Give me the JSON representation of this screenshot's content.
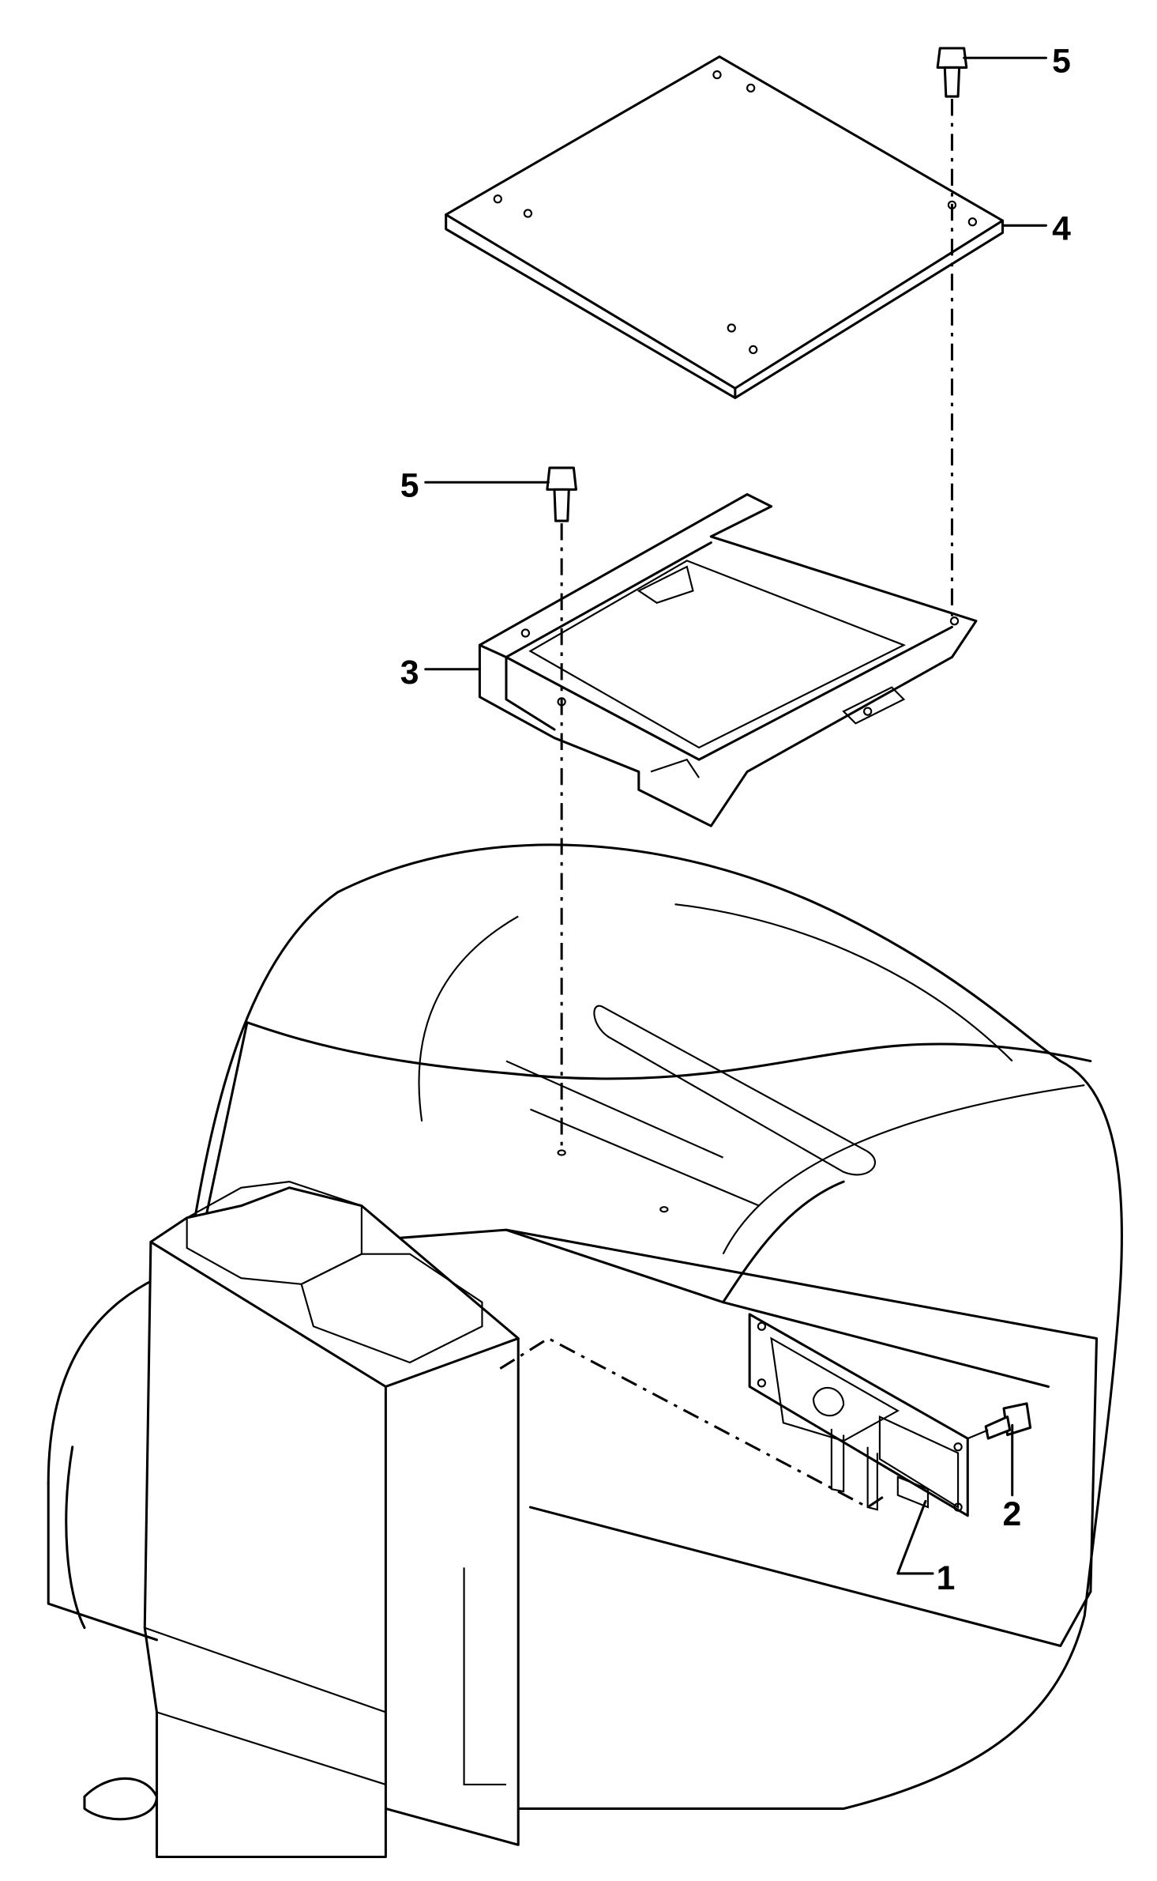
{
  "diagram": {
    "callouts": [
      {
        "id": "latch-assembly",
        "label": "1"
      },
      {
        "id": "bolt",
        "label": "2"
      },
      {
        "id": "seat-bracket",
        "label": "3"
      },
      {
        "id": "seat-plate",
        "label": "4"
      },
      {
        "id": "bolt-top",
        "label": "5"
      },
      {
        "id": "bolt-bracket",
        "label": "5"
      }
    ]
  }
}
